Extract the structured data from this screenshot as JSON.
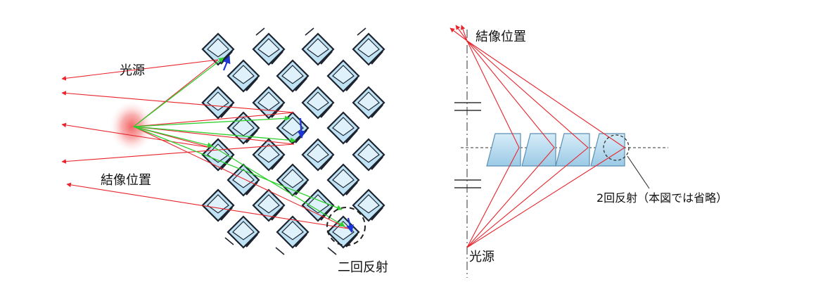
{
  "left_diagram": {
    "light_source_label": "光源",
    "image_position_label": "結像位置",
    "double_reflection_label": "二回反射"
  },
  "right_diagram": {
    "image_position_label": "結像位置",
    "light_source_label": "光源",
    "note_label": "2回反射（本図では省略）"
  },
  "colors": {
    "ray_red": "#e8242c",
    "ray_green": "#2ecf2e",
    "mirror_face": "#bfe3f4",
    "mirror_edge": "#1d2430",
    "vector_blue": "#1b35d6",
    "source_glow": "#f25c5c"
  }
}
